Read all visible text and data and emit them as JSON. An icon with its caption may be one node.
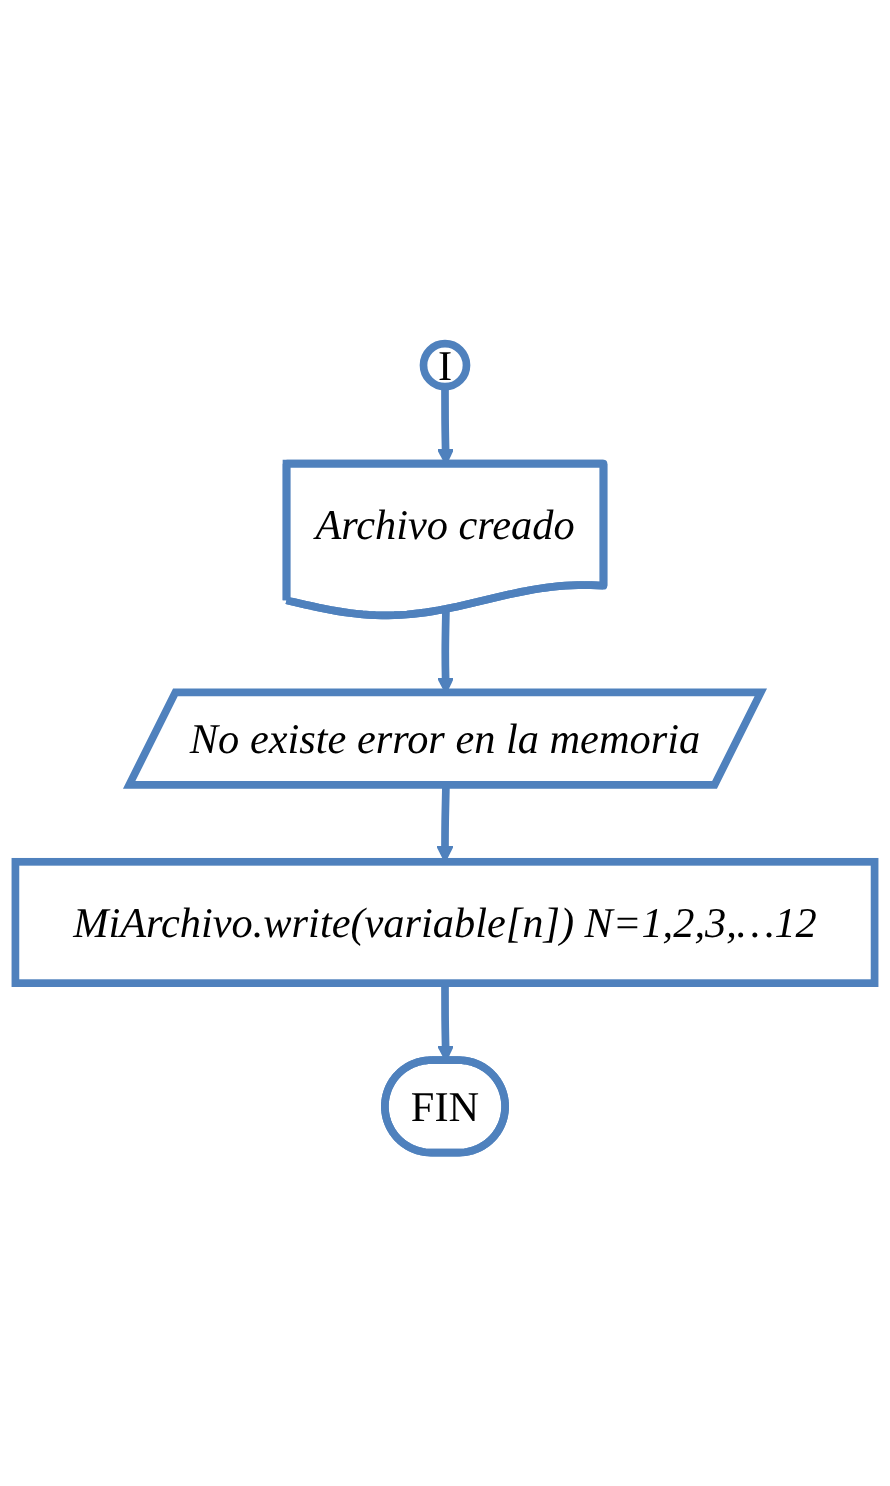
{
  "diagram": {
    "nodes": [
      {
        "text": [
          "I"
        ]
      },
      {
        "text": [
          "Archivo creado"
        ]
      },
      {
        "text": [
          "No existe error en la memoria"
        ]
      },
      {
        "text": [
          "MiArchivo.write(variable[n]) N=1,2,3,…12"
        ]
      },
      {
        "text": [
          "FIN"
        ]
      }
    ],
    "edges": [
      {
        "from": 0,
        "to": 1,
        "arrow": "to"
      },
      {
        "from": 1,
        "to": 2,
        "arrow": "to"
      },
      {
        "from": 2,
        "to": 3,
        "arrow": "to"
      },
      {
        "from": 3,
        "to": 4,
        "arrow": "to"
      }
    ]
  }
}
